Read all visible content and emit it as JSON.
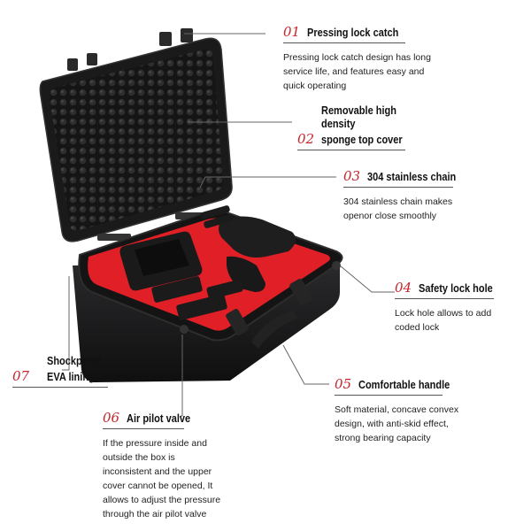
{
  "callouts": [
    {
      "num": "01",
      "title": "Pressing lock catch",
      "desc": "Pressing lock catch design has long service life, and features easy and quick operating"
    },
    {
      "num": "02",
      "title_line1": "Removable high density",
      "title_line2": "sponge top cover"
    },
    {
      "num": "03",
      "title": "304 stainless chain",
      "desc": "304 stainless chain makes openor close smoothly"
    },
    {
      "num": "04",
      "title": "Safety lock hole",
      "desc": "Lock hole allows to add coded lock"
    },
    {
      "num": "05",
      "title": "Comfortable handle",
      "desc": "Soft material, concave convex design, with anti-skid effect, strong bearing capacity"
    },
    {
      "num": "06",
      "title": "Air pilot valve",
      "desc": "If the pressure inside and outside the box is inconsistent and the upper cover cannot be opened, It allows to adjust the pressure through the air pilot valve"
    },
    {
      "num": "07",
      "title_line1": "Shockproof",
      "title_line2": "EVA lining"
    }
  ],
  "colors": {
    "accent": "#c8242c",
    "case_body": "#1c1c1e",
    "foam_lining": "#e01f26"
  }
}
